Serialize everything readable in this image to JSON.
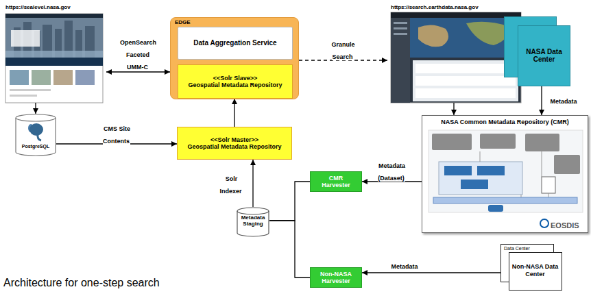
{
  "diagram": {
    "caption": "Architecture for one-step search",
    "nodes": [
      {
        "text": [
          "https://sealevel.nasa.gov"
        ]
      },
      {
        "text": [
          "EDGE"
        ]
      },
      {
        "text": [
          "Data Aggregation Service"
        ],
        "in": 1
      },
      {
        "text": [
          "<<Solr Slave>>",
          "Geospatial Metadata Repository"
        ],
        "in": 1
      },
      {
        "text": [
          "https://search.earthdata.nasa.gov"
        ]
      },
      {
        "text": [
          "NASA Data Center"
        ]
      },
      {
        "text": [
          "PostgreSQL"
        ]
      },
      {
        "text": [
          "<<Solr Master>>",
          "Geospatial Metadata Repository"
        ]
      },
      {
        "text": [
          "NASA Common Metadata Repository (CMR)"
        ]
      },
      {
        "text": [
          "CMR Harvester"
        ]
      },
      {
        "text": [
          "Metadata Staging"
        ]
      },
      {
        "text": [
          "Non-NASA Harvester"
        ]
      },
      {
        "text": [
          "Data Center",
          "Non-NASA Data Center"
        ]
      }
    ],
    "edges": [
      {
        "from": 0,
        "to": 1,
        "label": "OpenSearch Faceted UMM-C",
        "arrow": "both"
      },
      {
        "from": 1,
        "to": 4,
        "label": "Granule Search",
        "arrow": "to"
      },
      {
        "from": 0,
        "to": 6,
        "arrow": "to"
      },
      {
        "from": 6,
        "to": 7,
        "label": "CMS Site Contents",
        "arrow": "to"
      },
      {
        "from": 7,
        "to": 3,
        "arrow": "to"
      },
      {
        "from": 4,
        "to": 8,
        "arrow": "to"
      },
      {
        "from": 5,
        "to": 8,
        "label": "Metadata",
        "arrow": "to"
      },
      {
        "from": 8,
        "to": 9,
        "label": "Metadata (Dataset)",
        "arrow": "to"
      },
      {
        "from": 12,
        "to": 11,
        "label": "Metadata",
        "arrow": "to"
      },
      {
        "from": 9,
        "to": 10,
        "arrow": "none"
      },
      {
        "from": 11,
        "to": 10,
        "arrow": "none"
      },
      {
        "from": 10,
        "to": 7,
        "label": "Solr Indexer",
        "arrow": "to"
      }
    ],
    "labels": [
      "EOSDIS"
    ]
  }
}
